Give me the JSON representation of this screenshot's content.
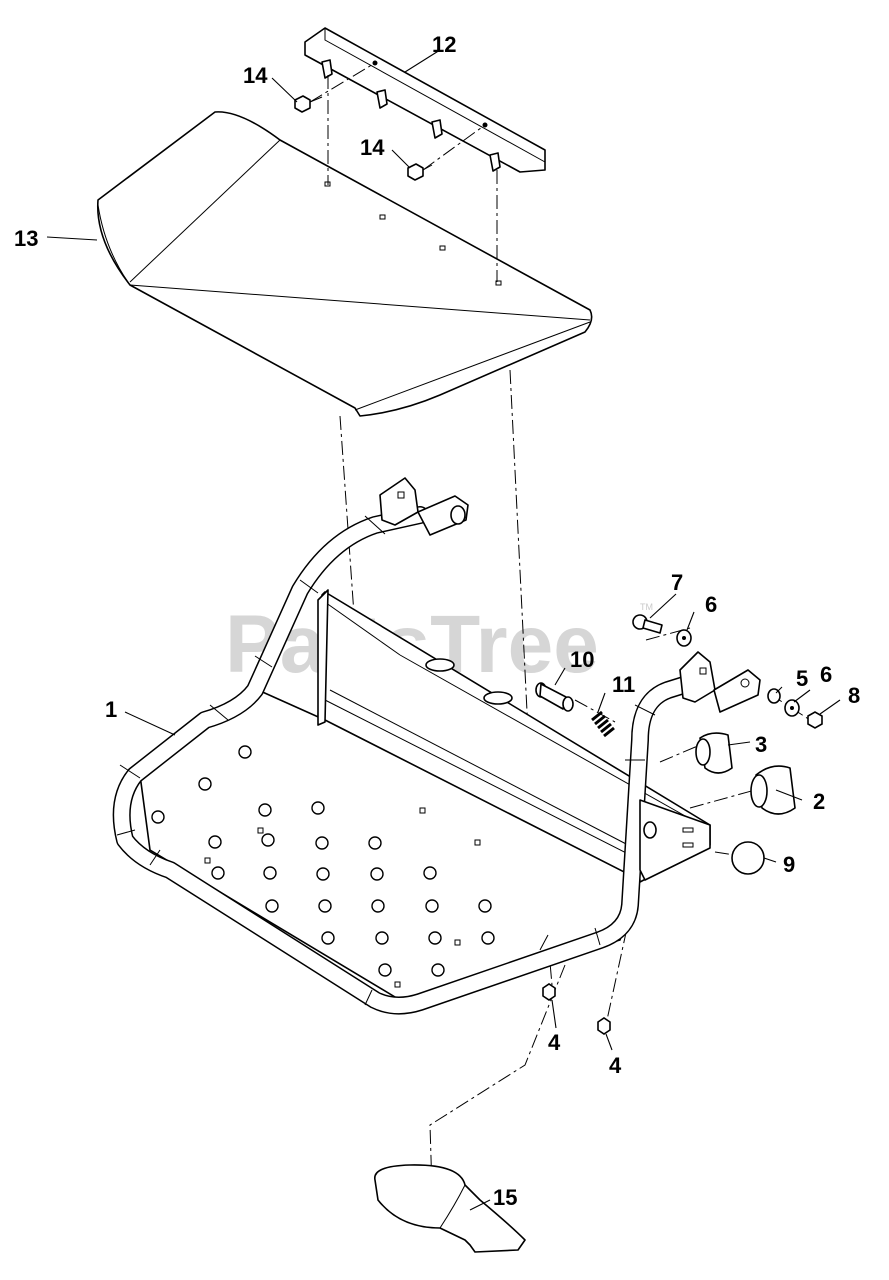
{
  "diagram": {
    "watermark": "PartsTree",
    "watermark_mark": "TM",
    "callouts": [
      {
        "id": "c1",
        "text": "1"
      },
      {
        "id": "c2",
        "text": "2"
      },
      {
        "id": "c3",
        "text": "3"
      },
      {
        "id": "c4a",
        "text": "4"
      },
      {
        "id": "c4b",
        "text": "4"
      },
      {
        "id": "c5",
        "text": "5"
      },
      {
        "id": "c6a",
        "text": "6"
      },
      {
        "id": "c6b",
        "text": "6"
      },
      {
        "id": "c7",
        "text": "7"
      },
      {
        "id": "c8",
        "text": "8"
      },
      {
        "id": "c9",
        "text": "9"
      },
      {
        "id": "c10",
        "text": "10"
      },
      {
        "id": "c11",
        "text": "11"
      },
      {
        "id": "c12",
        "text": "12"
      },
      {
        "id": "c13",
        "text": "13"
      },
      {
        "id": "c14a",
        "text": "14"
      },
      {
        "id": "c14b",
        "text": "14"
      },
      {
        "id": "c15",
        "text": "15"
      }
    ]
  }
}
